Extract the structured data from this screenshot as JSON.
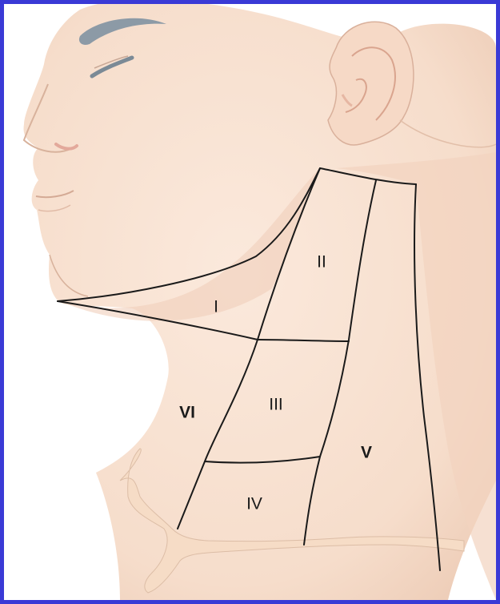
{
  "diagram": {
    "levels": [
      {
        "id": "I",
        "label": "I"
      },
      {
        "id": "II",
        "label": "II"
      },
      {
        "id": "III",
        "label": "III"
      },
      {
        "id": "IV",
        "label": "IV"
      },
      {
        "id": "V",
        "label": "V"
      },
      {
        "id": "VI",
        "label": "VI"
      }
    ]
  },
  "colors": {
    "frame_border": "#3a3ad6",
    "skin": "#f8e3d3",
    "skin_shadow": "#e9c2ab",
    "eyebrow": "#8c9aa6",
    "outline": "#1a1a1a",
    "clavicle": "#f6dcc6"
  }
}
